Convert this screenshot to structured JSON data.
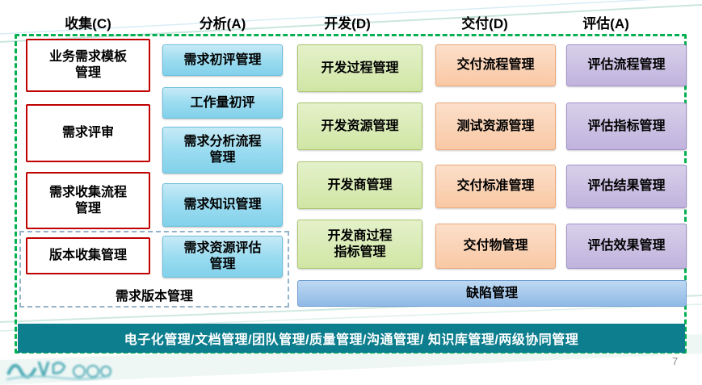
{
  "slide": {
    "page_number": "7",
    "headers": [
      "收集(C)",
      "分析(A)",
      "开发(D)",
      "交付(D)",
      "评估(A)"
    ],
    "collect": {
      "items": [
        "业务需求模板\n管理",
        "需求评审",
        "需求收集流程\n管理",
        "版本收集管理"
      ]
    },
    "analyze": {
      "items": [
        "需求初评管理",
        "工作量初评",
        "需求分析流程\n管理",
        "需求知识管理",
        "需求资源评估\n管理"
      ]
    },
    "develop": {
      "items": [
        "开发过程管理",
        "开发资源管理",
        "开发商管理",
        "开发商过程\n指标管理"
      ]
    },
    "deliver": {
      "items": [
        "交付流程管理",
        "测试资源管理",
        "交付标准管理",
        "交付物管理"
      ]
    },
    "evaluate": {
      "items": [
        "评估流程管理",
        "评估指标管理",
        "评估结果管理",
        "评估效果管理"
      ]
    },
    "version_group": {
      "label": "需求版本管理"
    },
    "defect": {
      "label": "缺陷管理"
    },
    "footer": {
      "label": "电子化管理/文档管理/团队管理/质量管理/沟通管理/ 知识库管理/两级协同管理"
    }
  },
  "colors": {
    "outer_border": "#00b050",
    "red_box_border": "#c00000",
    "blue_box": "#9bdcf0",
    "green_box": "#d0e6a4",
    "orange_box": "#f9c8a4",
    "purple_box": "#c0b3dd",
    "defect_bar": "#8fb9e6",
    "footer_bg": "#0d7e8e"
  }
}
